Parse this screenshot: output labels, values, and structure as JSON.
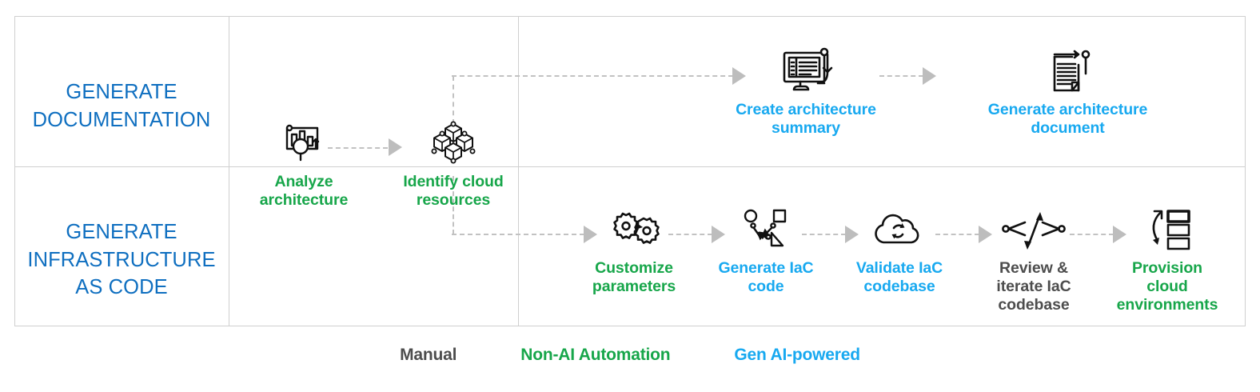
{
  "rows": [
    {
      "id": "generate-documentation",
      "label": "GENERATE\nDOCUMENTATION"
    },
    {
      "id": "generate-iac",
      "label": "GENERATE\nINFRASTRUCTURE\nAS CODE"
    }
  ],
  "shared_nodes": [
    {
      "id": "analyze-architecture",
      "label": "Analyze\narchitecture",
      "category": "non-ai-automation",
      "color": "#17a64a",
      "icon": "chart-magnifier-icon"
    },
    {
      "id": "identify-cloud-resources",
      "label": "Identify cloud\nresources",
      "category": "non-ai-automation",
      "color": "#17a64a",
      "icon": "cube-cluster-icon"
    }
  ],
  "documentation_nodes": [
    {
      "id": "create-architecture-summary",
      "label": "Create architecture\nsummary",
      "category": "gen-ai-powered",
      "color": "#18a9f0",
      "icon": "monitor-dashboard-refresh-icon"
    },
    {
      "id": "generate-architecture-document",
      "label": "Generate architecture\ndocument",
      "category": "gen-ai-powered",
      "color": "#18a9f0",
      "icon": "document-page-arrow-icon"
    }
  ],
  "iac_nodes": [
    {
      "id": "customize-parameters",
      "label": "Customize\nparameters",
      "category": "non-ai-automation",
      "color": "#17a64a",
      "icon": "gears-icon"
    },
    {
      "id": "generate-iac-code",
      "label": "Generate IaC\ncode",
      "category": "gen-ai-powered",
      "color": "#18a9f0",
      "icon": "shapes-diagram-icon"
    },
    {
      "id": "validate-iac-codebase",
      "label": "Validate IaC\ncodebase",
      "category": "gen-ai-powered",
      "color": "#18a9f0",
      "icon": "cloud-sync-icon"
    },
    {
      "id": "review-iterate-iac-codebase",
      "label": "Review &\niterate IaC\ncodebase",
      "category": "manual",
      "color": "#4d4d4d",
      "icon": "code-brackets-arrow-icon"
    },
    {
      "id": "provision-cloud-environments",
      "label": "Provision\ncloud\nenvironments",
      "category": "non-ai-automation",
      "color": "#17a64a",
      "icon": "server-rack-arrow-icon"
    }
  ],
  "legend": [
    {
      "id": "manual",
      "label": "Manual",
      "color": "#4d4d4d"
    },
    {
      "id": "non-ai-automation",
      "label": "Non-AI Automation",
      "color": "#17a64a"
    },
    {
      "id": "gen-ai-powered",
      "label": "Gen AI-powered",
      "color": "#18a9f0"
    }
  ],
  "colors": {
    "row_label_blue": "#0f6fc0",
    "gen_ai_blue": "#18a9f0",
    "non_ai_green": "#17a64a",
    "manual_gray": "#4d4d4d",
    "grid": "#cfcfcf",
    "connector": "#c2c2c2"
  }
}
